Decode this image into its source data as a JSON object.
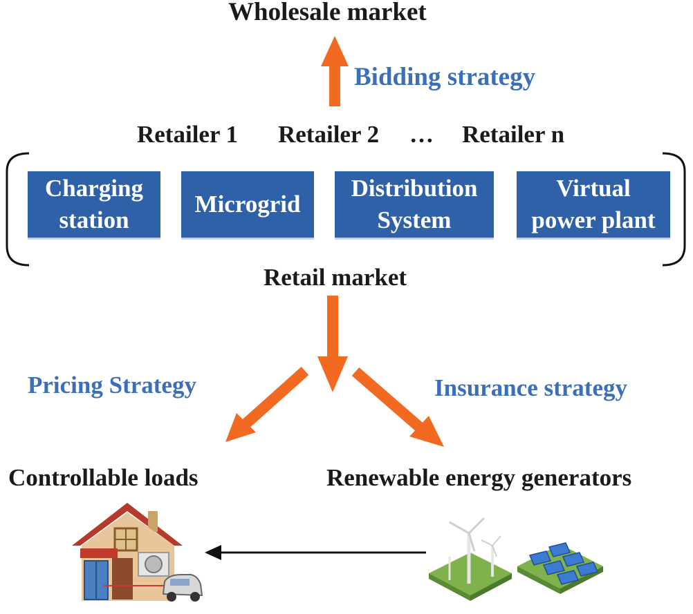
{
  "wholesale_market": "Wholesale market",
  "bidding_strategy": "Bidding strategy",
  "retailers": {
    "r1": "Retailer 1",
    "r2": "Retailer 2",
    "ellipsis": "…",
    "rn": "Retailer n"
  },
  "boxes": {
    "charging_l1": "Charging",
    "charging_l2": "station",
    "microgrid": "Microgrid",
    "distribution_l1": "Distribution",
    "distribution_l2": "System",
    "vpp_l1": "Virtual",
    "vpp_l2": "power plant"
  },
  "retail_market": "Retail market",
  "pricing_strategy": "Pricing Strategy",
  "insurance_strategy": "Insurance strategy",
  "controllable_loads": "Controllable loads",
  "renewable_generators": "Renewable energy generators",
  "colors": {
    "arrow": "#f26a21",
    "box": "#2f61a8",
    "blue_text": "#3b6fb6"
  }
}
